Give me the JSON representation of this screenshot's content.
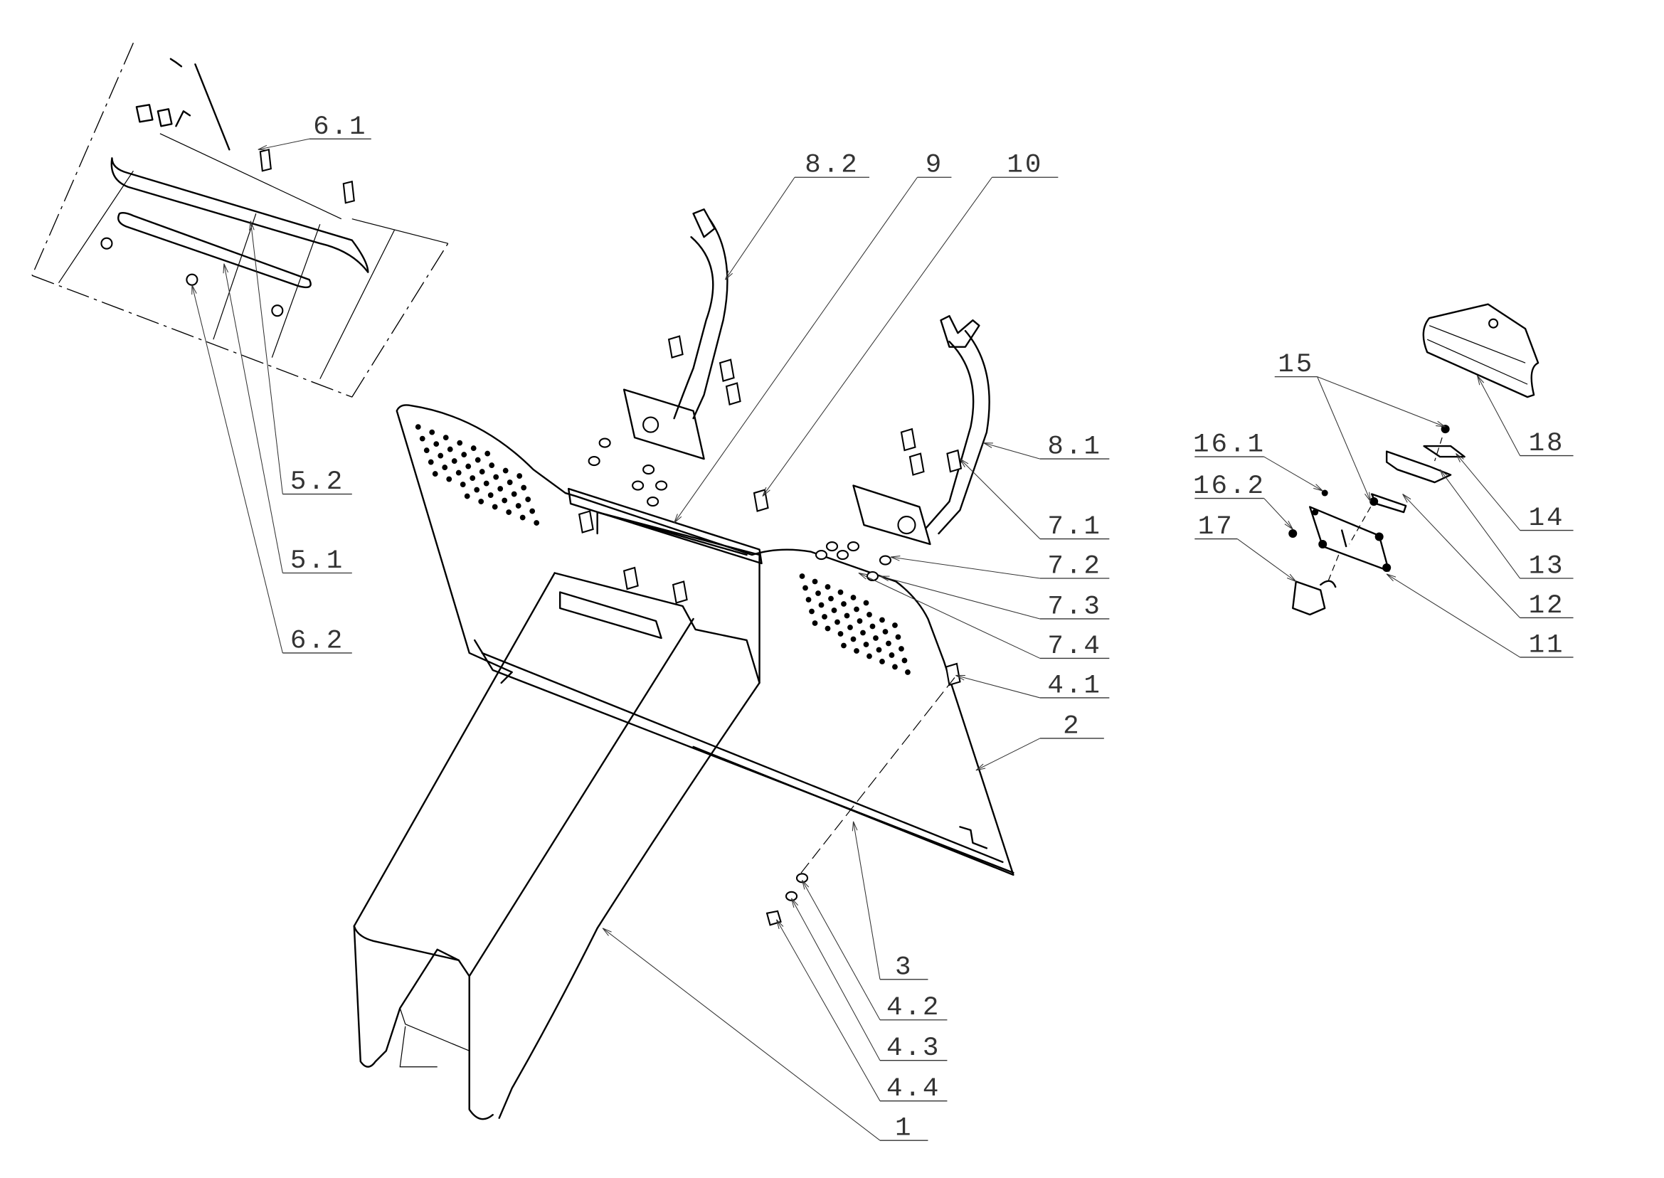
{
  "drawing": {
    "type": "exploded assembly diagram",
    "callouts": [
      "6.1",
      "8.2",
      "9",
      "10",
      "5.2",
      "5.1",
      "6.2",
      "8.1",
      "7.1",
      "7.2",
      "7.3",
      "7.4",
      "4.1",
      "2",
      "3",
      "4.2",
      "4.3",
      "4.4",
      "1",
      "15",
      "18",
      "16.1",
      "16.2",
      "14",
      "17",
      "13",
      "12",
      "11"
    ]
  }
}
